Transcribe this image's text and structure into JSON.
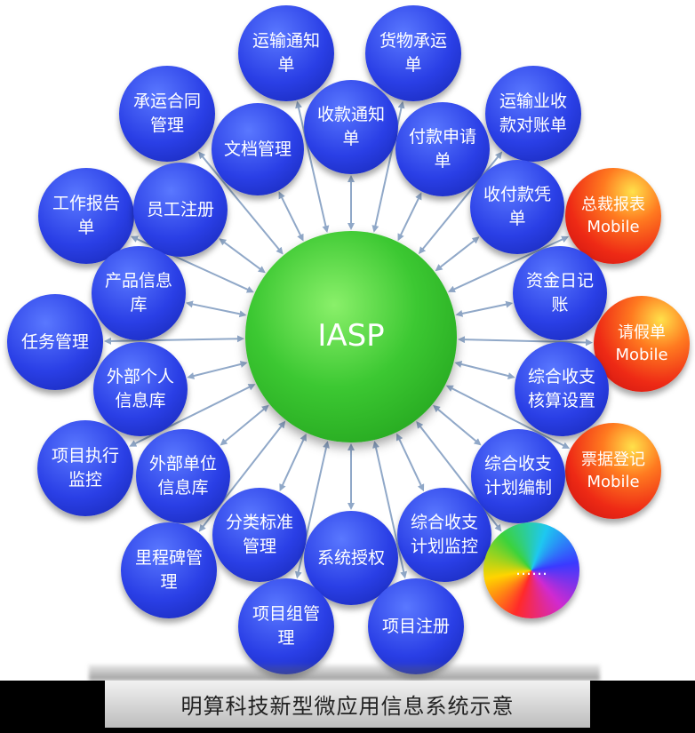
{
  "hub": {
    "label": "IASP",
    "color": "#3cc832"
  },
  "colors": {
    "blue": "#2a3fe6",
    "red": "#ee2a15",
    "hub": "#3cc832",
    "arrow": "#90a8c8"
  },
  "nodes": [
    {
      "id": "yunshu-tongzhidan",
      "label": "运输通知\n单",
      "style": "blue"
    },
    {
      "id": "huowu-chengyundan",
      "label": "货物承运\n单",
      "style": "blue"
    },
    {
      "id": "chengyun-hetong",
      "label": "承运合同\n管理",
      "style": "blue"
    },
    {
      "id": "shoukuan-tongzhidan",
      "label": "收款通知\n单",
      "style": "blue"
    },
    {
      "id": "yunshu-duizhangdan",
      "label": "运输业收\n款对账单",
      "style": "blue"
    },
    {
      "id": "wendang-guanli",
      "label": "文档管理",
      "style": "blue"
    },
    {
      "id": "fukuan-shenqingdan",
      "label": "付款申请\n单",
      "style": "blue"
    },
    {
      "id": "gongzuo-baogaodan",
      "label": "工作报告\n单",
      "style": "blue"
    },
    {
      "id": "yuangong-zhuce",
      "label": "员工注册",
      "style": "blue"
    },
    {
      "id": "shoufukuan-pingdan",
      "label": "收付款凭\n单",
      "style": "blue"
    },
    {
      "id": "zongcai-baobiao",
      "label": "总裁报表\nMobile",
      "style": "red"
    },
    {
      "id": "chanpin-xinxiku",
      "label": "产品信息\n库",
      "style": "blue"
    },
    {
      "id": "zijin-rijizhang",
      "label": "资金日记\n账",
      "style": "blue"
    },
    {
      "id": "renwu-guanli",
      "label": "任务管理",
      "style": "blue"
    },
    {
      "id": "qingjiadan",
      "label": "请假单\nMobile",
      "style": "red"
    },
    {
      "id": "waibu-geren",
      "label": "外部个人\n信息库",
      "style": "blue"
    },
    {
      "id": "zonghe-hesuan",
      "label": "综合收支\n核算设置",
      "style": "blue"
    },
    {
      "id": "xiangmu-zhixing",
      "label": "项目执行\n监控",
      "style": "blue"
    },
    {
      "id": "waibu-danwei",
      "label": "外部单位\n信息库",
      "style": "blue"
    },
    {
      "id": "piaoju-dengji",
      "label": "票据登记\nMobile",
      "style": "red"
    },
    {
      "id": "zonghe-bianzhi",
      "label": "综合收支\n计划编制",
      "style": "blue"
    },
    {
      "id": "fenlei-biaozhun",
      "label": "分类标准\n管理",
      "style": "blue"
    },
    {
      "id": "zonghe-jiankong",
      "label": "综合收支\n计划监控",
      "style": "blue"
    },
    {
      "id": "lichengbei",
      "label": "里程碑管\n理",
      "style": "blue"
    },
    {
      "id": "xitong-shouquan",
      "label": "系统授权",
      "style": "blue"
    },
    {
      "id": "more",
      "label": "……",
      "style": "rainbow"
    },
    {
      "id": "xiangmuzu-guanli",
      "label": "项目组管\n理",
      "style": "blue"
    },
    {
      "id": "xiangmu-zhuce",
      "label": "项目注册",
      "style": "blue"
    }
  ],
  "caption": "明算科技新型微应用信息系统示意"
}
